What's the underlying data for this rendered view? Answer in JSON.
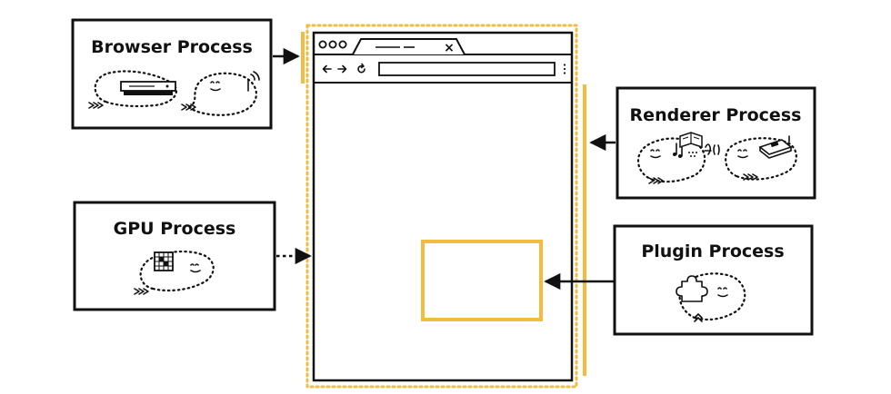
{
  "colors": {
    "accent": "#F4BC3F",
    "stroke": "#111111",
    "background": "#FFFFFF"
  },
  "processes": {
    "browser": {
      "label": "Browser Process"
    },
    "gpu": {
      "label": "GPU Process"
    },
    "renderer": {
      "label": "Renderer Process"
    },
    "plugin": {
      "label": "Plugin Process"
    }
  },
  "browser_window": {
    "tab_close": "×"
  }
}
